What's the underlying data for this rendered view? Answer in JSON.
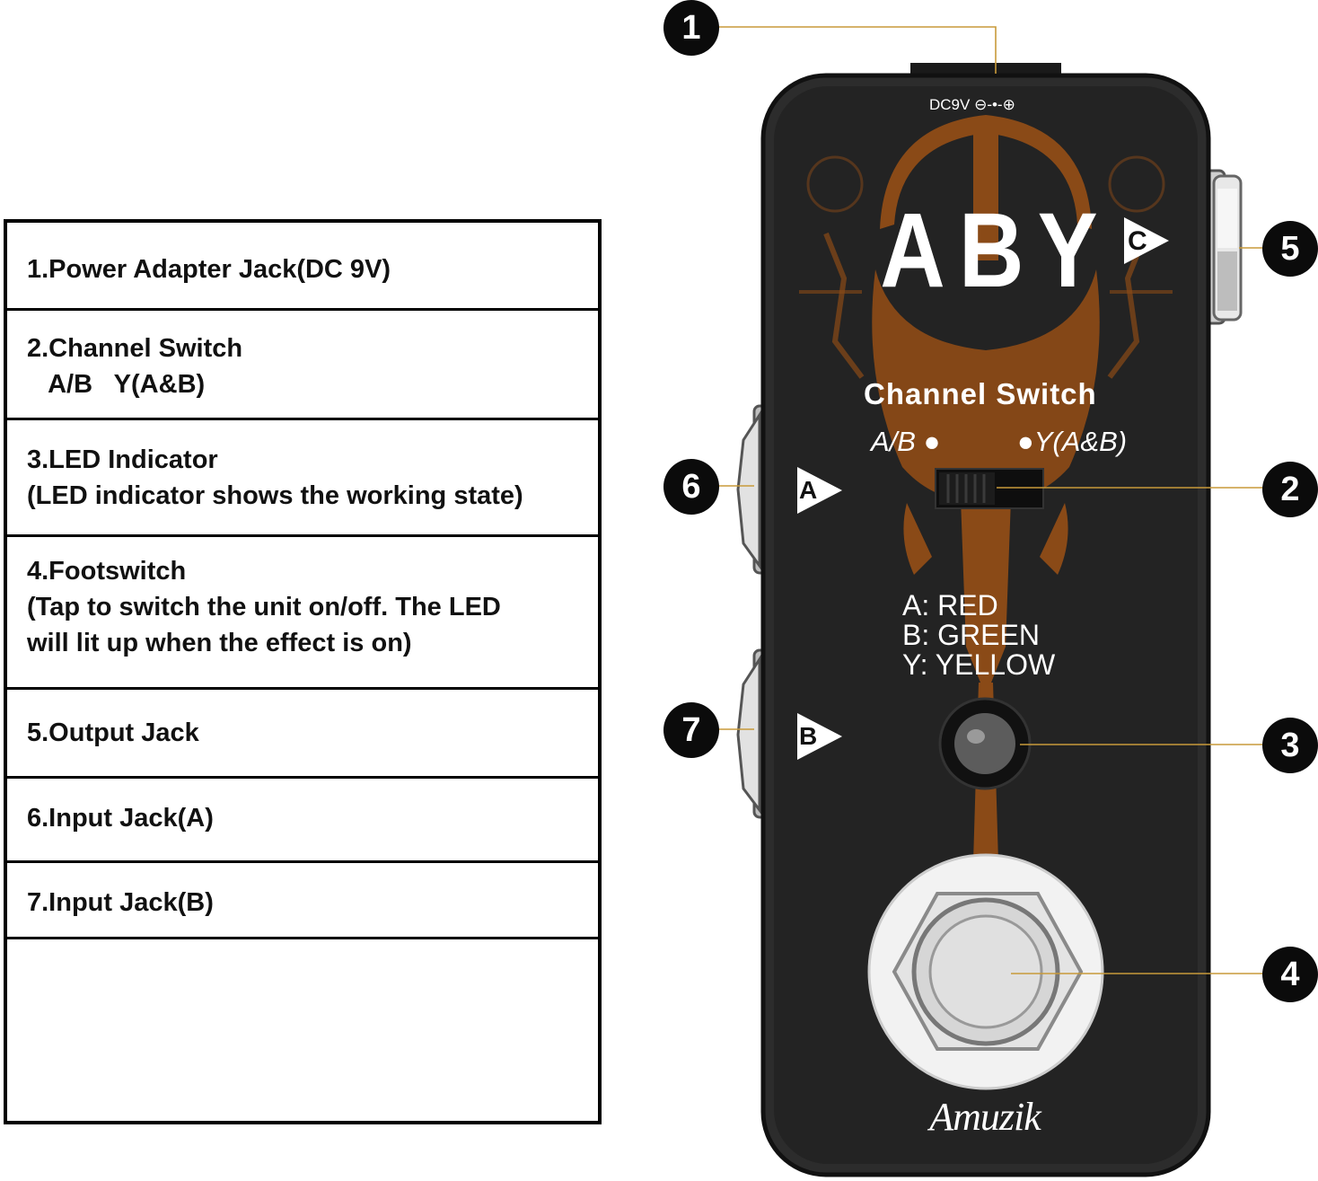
{
  "legend": {
    "items": [
      "1.Power Adapter Jack(DC 9V)",
      "2.Channel Switch\n   A/B   Y(A&B)",
      "3.LED Indicator\n(LED indicator shows the working state)",
      "4.Footswitch\n(Tap to switch the unit on/off. The LED\nwill lit up when the effect is on)",
      "5.Output Jack",
      "6.Input Jack(A)",
      "7.Input Jack(B)"
    ]
  },
  "callouts": [
    "1",
    "2",
    "3",
    "4",
    "5",
    "6",
    "7"
  ],
  "pedal": {
    "power_label": "DC9V ⊖-•-⊕",
    "model": "ABY",
    "switch_title": "Channel Switch",
    "switch_left": "A/B ●",
    "switch_right": "●Y(A&B)",
    "led_key": [
      "A: RED",
      "B: GREEN",
      "Y:  YELLOW"
    ],
    "output_marker": "C",
    "input_a_marker": "A",
    "input_b_marker": "B",
    "brand": "Amuzik"
  },
  "colors": {
    "body": "#232323",
    "artwork": "#8a4a17",
    "leader": "#c89a3a",
    "chrome": "#d9d9d9"
  }
}
